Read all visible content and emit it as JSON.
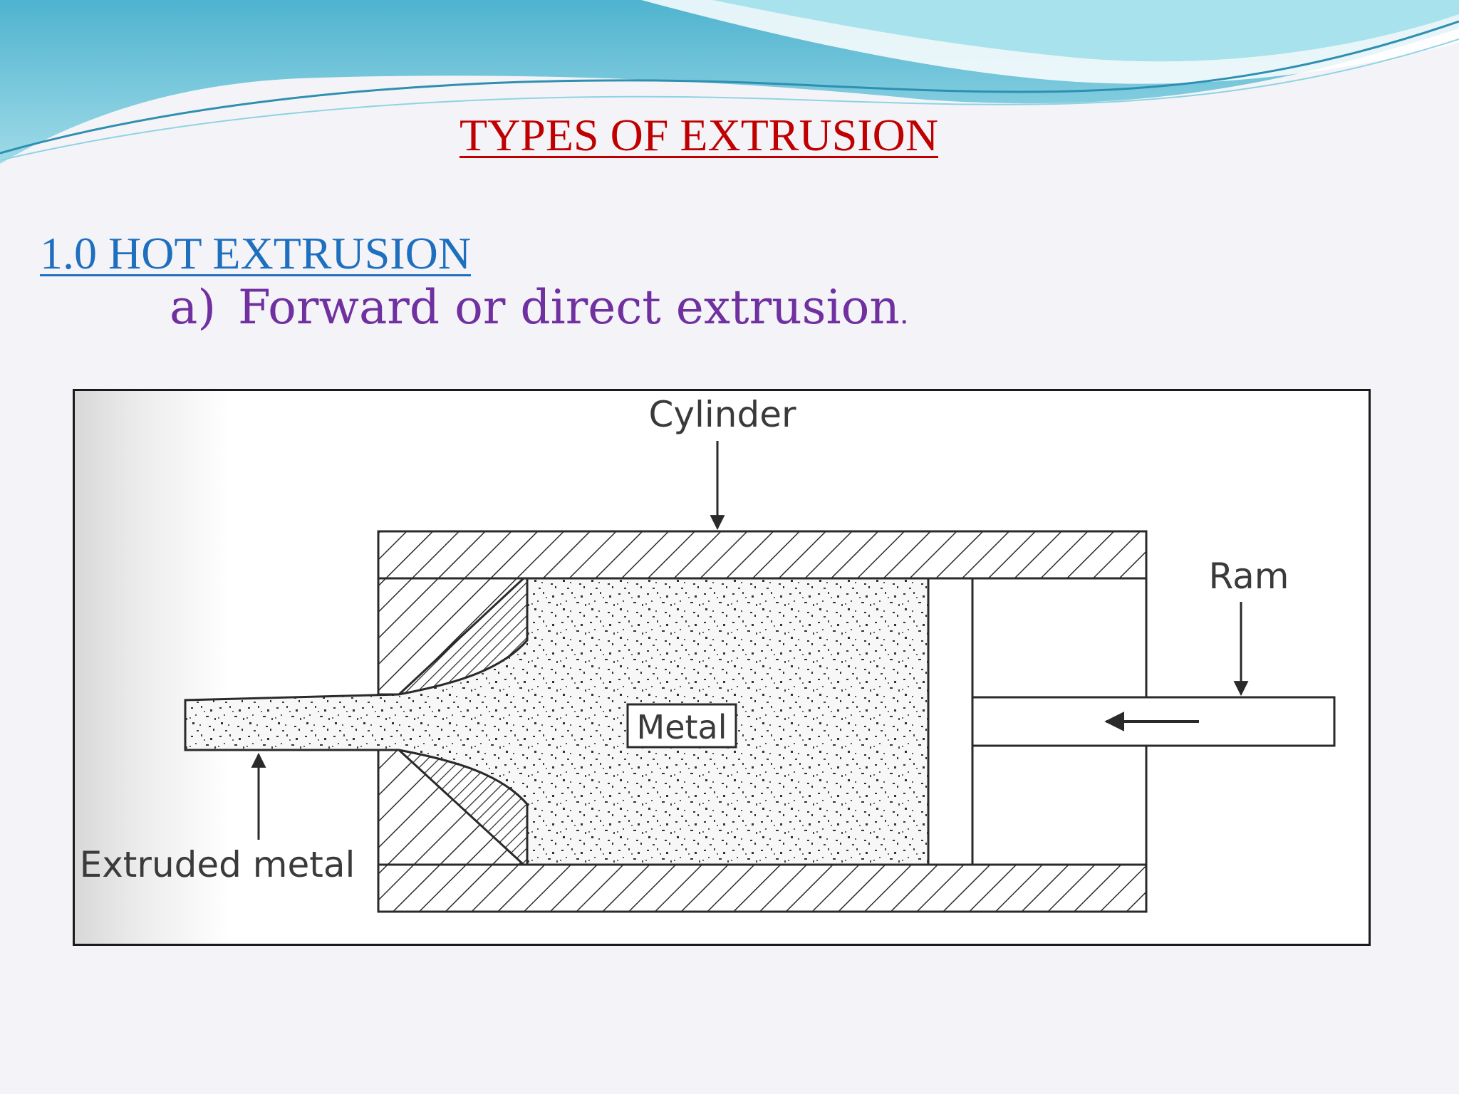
{
  "slide": {
    "title": "TYPES OF EXTRUSION",
    "section": "1.0 HOT EXTRUSION",
    "bullet": {
      "marker": "a)",
      "text": "Forward or direct extrusion",
      "trailing": "."
    }
  },
  "diagram": {
    "labels": {
      "cylinder": "Cylinder",
      "ram": "Ram",
      "metal": "Metal",
      "extruded": "Extruded metal"
    },
    "colors": {
      "line": "#2a2a2a",
      "header_light": "#bfe9ef",
      "header_mid": "#6fcadc",
      "header_dark": "#3aa6c4"
    }
  }
}
